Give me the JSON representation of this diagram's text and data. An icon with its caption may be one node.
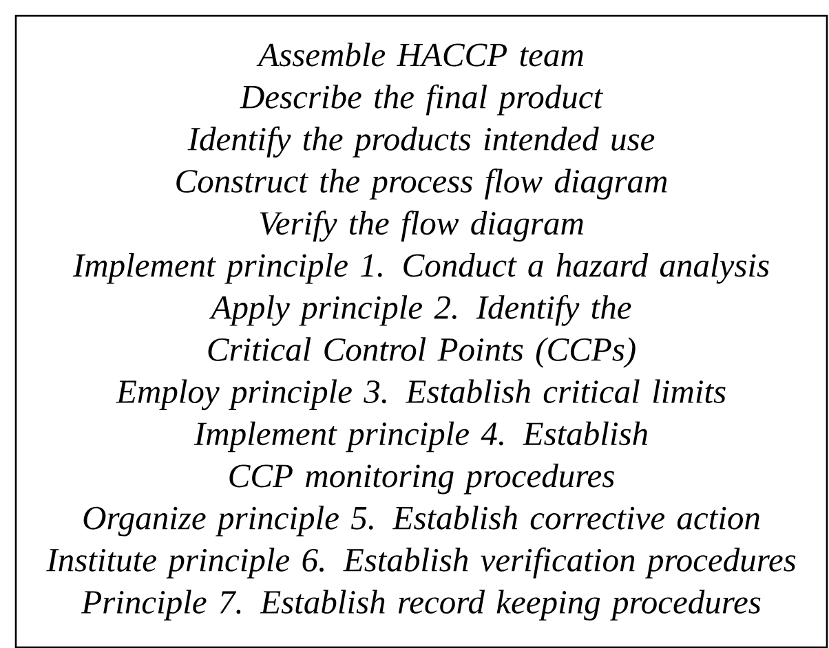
{
  "diagram": {
    "nodes": [
      {
        "text": [
          "Assemble HACCP team",
          "Describe the final product",
          "Identify the products intended use",
          "Construct the process flow diagram",
          "Verify the flow diagram",
          "Implement principle 1. Conduct a hazard analysis",
          "Apply principle 2. Identify the Critical Control Points (CCPs)",
          "Employ principle 3. Establish critical limits",
          "Implement principle 4. Establish CCP monitoring procedures",
          "Organize principle 5. Establish corrective action",
          "Institute principle 6. Establish verification procedures",
          "Principle 7. Establish record keeping procedures"
        ]
      }
    ]
  }
}
